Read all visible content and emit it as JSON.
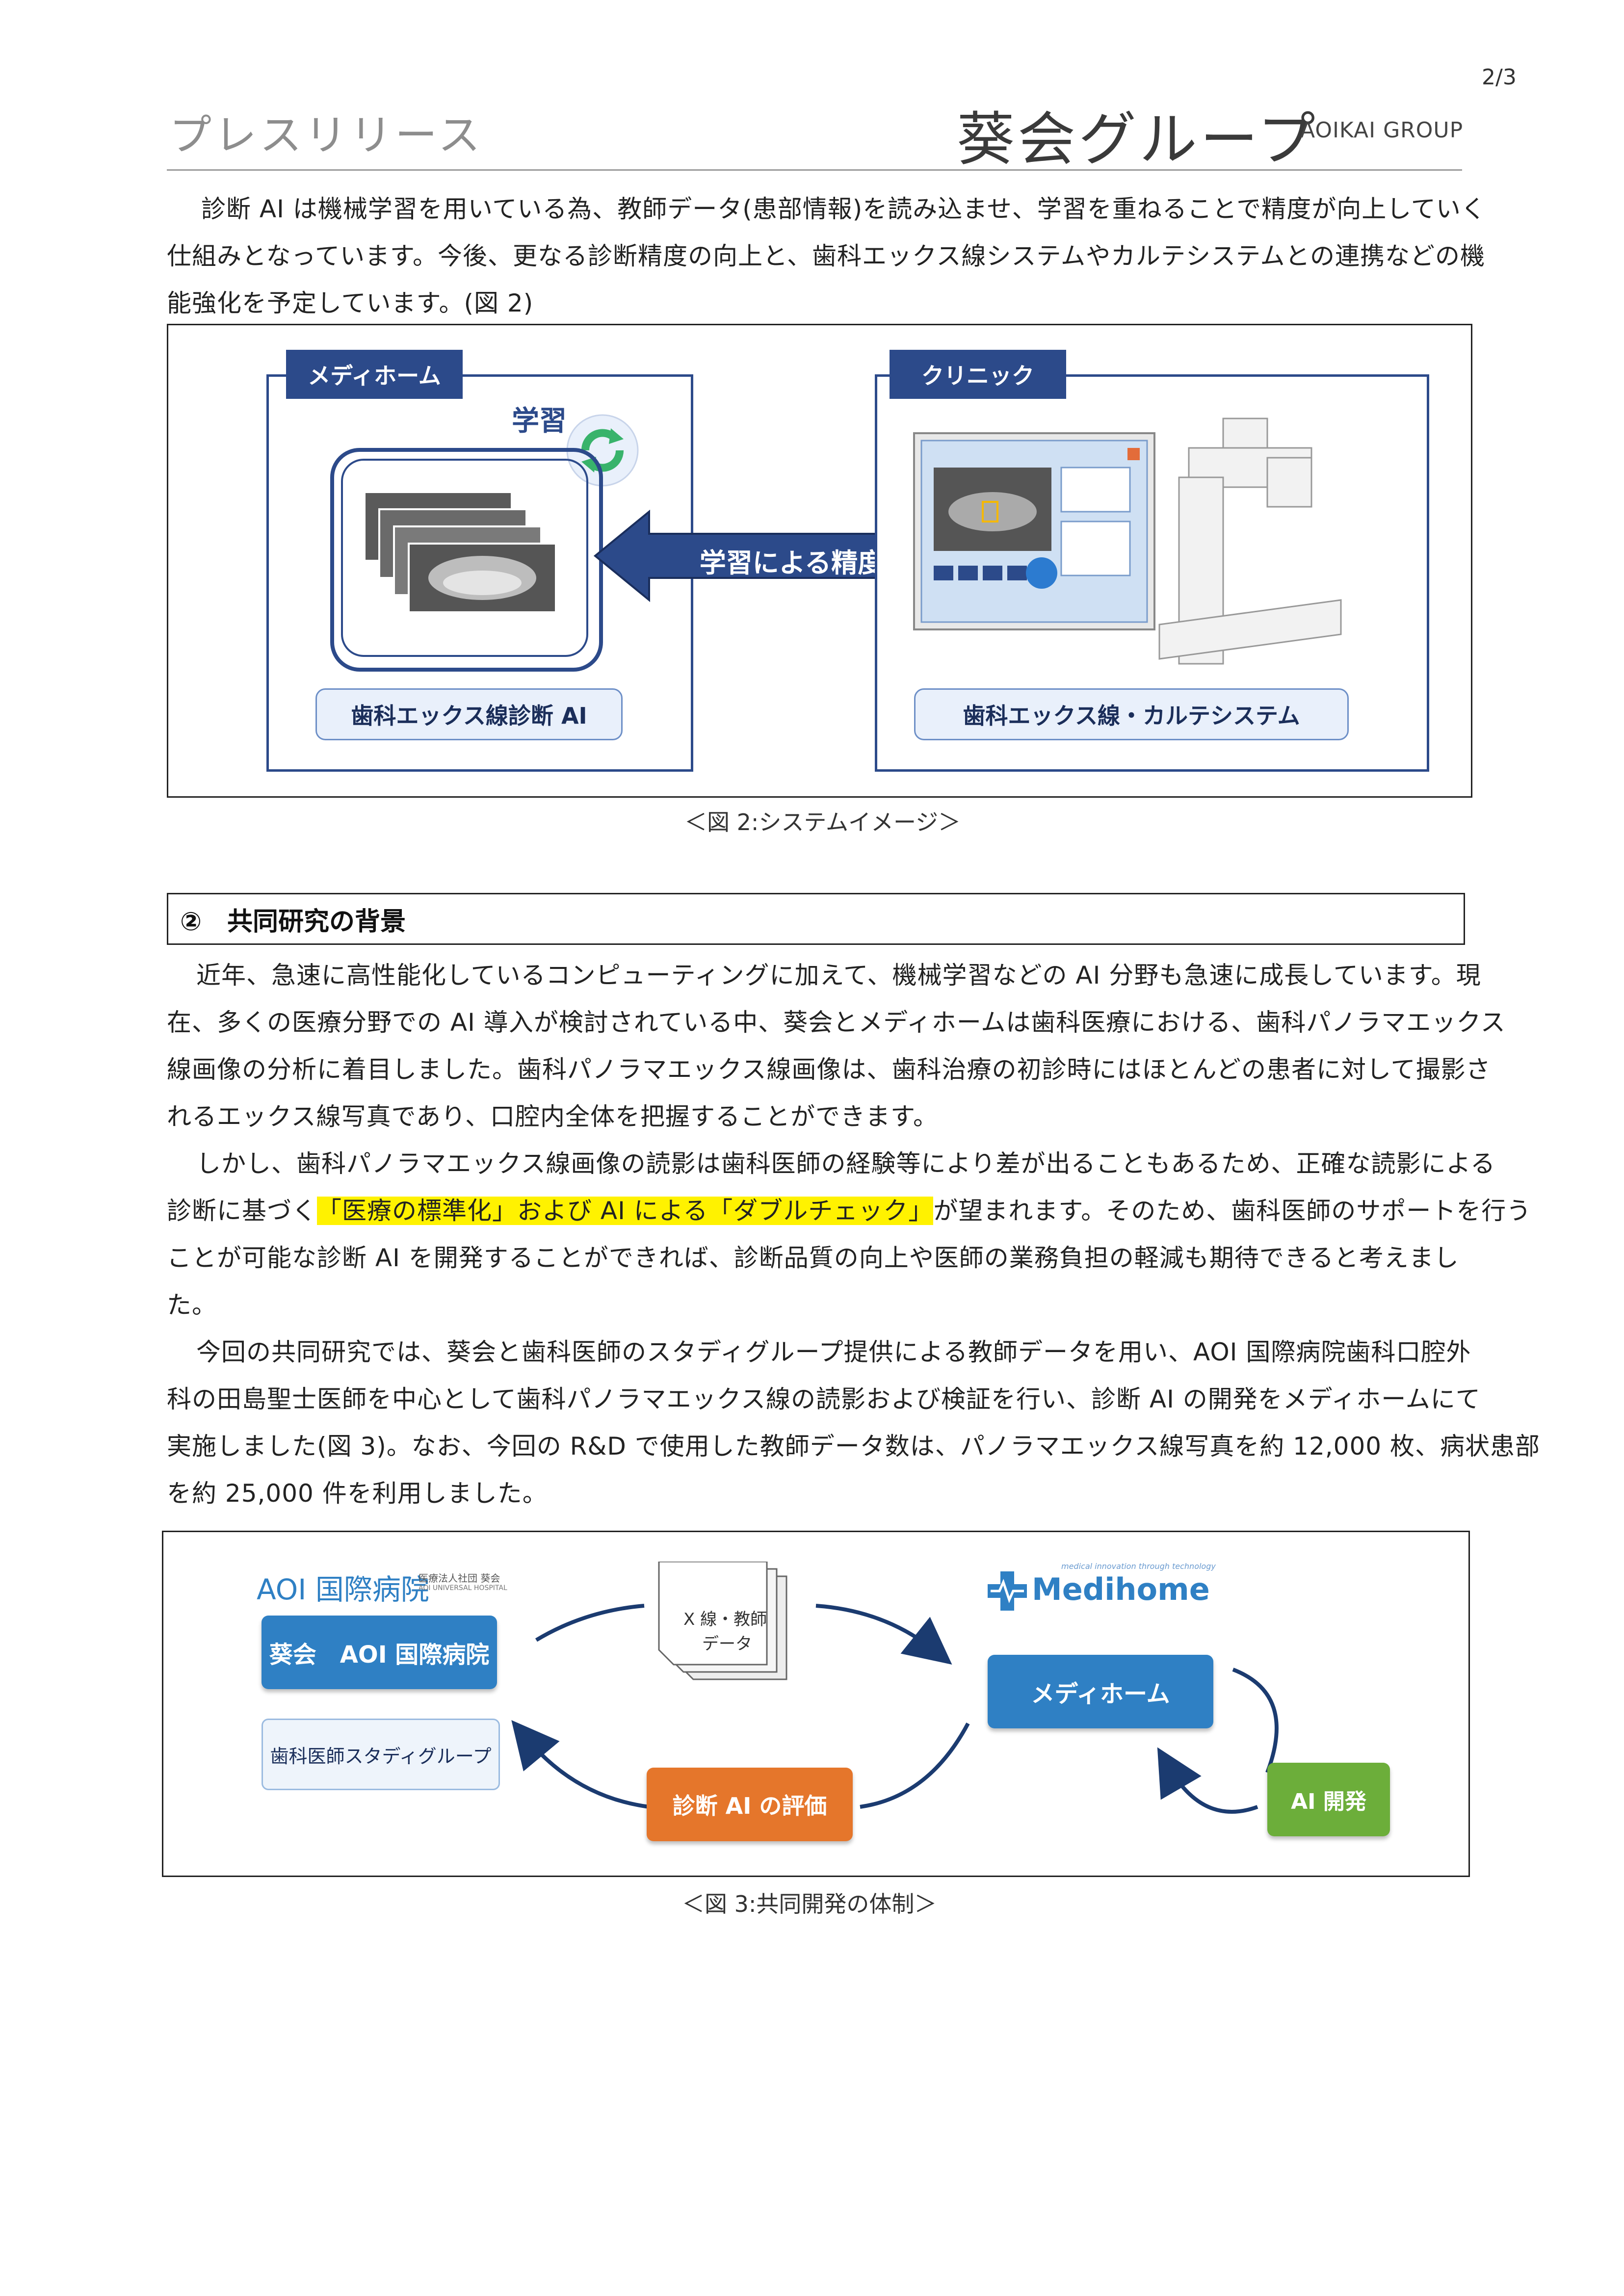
{
  "header": {
    "page_number": "2/3",
    "left_title": "プレスリリース",
    "right_title": "葵会グループ",
    "right_title_en": "AOIKAI GROUP"
  },
  "intro": {
    "lines": [
      "診断 AI は機械学習を用いている為、教師データ(患部情報)を読み込ませ、学習を重ねることで精度が向上していく",
      "仕組みとなっています。今後、更なる診断精度の向上と、歯科エックス線システムやカルテシステムとの連携などの機",
      "能強化を予定しています。(図 2)"
    ]
  },
  "figure2": {
    "left_panel_title": "メディホーム",
    "learning_label": "学習",
    "left_pill": "歯科エックス線診断 AI",
    "arrow_label": "学習による精度向上",
    "right_panel_title": "クリニック",
    "right_pill": "歯科エックス線・カルテシステム",
    "caption": "＜図 2:システムイメージ＞"
  },
  "section2": {
    "heading": "②　共同研究の背景",
    "p1": [
      "近年、急速に高性能化しているコンピューティングに加えて、機械学習などの AI 分野も急速に成長しています。現",
      "在、多くの医療分野での AI 導入が検討されている中、葵会とメディホームは歯科医療における、歯科パノラマエックス",
      "線画像の分析に着目しました。歯科パノラマエックス線画像は、歯科治療の初診時にはほとんどの患者に対して撮影さ",
      "れるエックス線写真であり、口腔内全体を把握することができます。"
    ],
    "p2_line1": "しかし、歯科パノラマエックス線画像の読影は歯科医師の経験等により差が出ることもあるため、正確な読影による",
    "p2_line2_pre": "診断に基づく",
    "p2_line2_highlight": "「医療の標準化」および AI による「ダブルチェック」",
    "p2_line2_post": "が望まれます。そのため、歯科医師のサポートを行う",
    "p2_line3": "ことが可能な診断 AI を開発することができれば、診断品質の向上や医師の業務負担の軽減も期待できると考えまし",
    "p2_line4": "た。",
    "p3": [
      "今回の共同研究では、葵会と歯科医師のスタディグループ提供による教師データを用い、AOI 国際病院歯科口腔外",
      "科の田島聖士医師を中心として歯科パノラマエックス線の読影および検証を行い、診断 AI の開発をメディホームにて",
      "実施しました(図 3)。なお、今回の R&D で使用した教師データ数は、パノラマエックス線写真を約 12,000 枚、病状患部",
      "を約 25,000 件を利用しました。"
    ]
  },
  "figure3": {
    "aoi_logo_text": "AOI 国際病院",
    "aoi_logo_sub1": "医療法人社団 葵会",
    "aoi_logo_sub2": "AOI UNIVERSAL HOSPITAL",
    "aoi_node": "葵会　AOI 国際病院",
    "study_group": "歯科医師スタディグループ",
    "doc_label_1": "X 線・教師",
    "doc_label_2": "データ",
    "medihome_tagline": "medical innovation through technology",
    "medihome_logo": "Medihome",
    "medihome_node": "メディホーム",
    "eval_node": "診断 AI の評価",
    "ai_dev_node": "AI 開発",
    "caption": "＜図 3:共同開発の体制＞"
  },
  "colors": {
    "navy": "#2c4a8a",
    "blue_node": "#2f80c4",
    "orange_node": "#e5762b",
    "green_node": "#6cae3a",
    "highlight": "#fff200"
  }
}
